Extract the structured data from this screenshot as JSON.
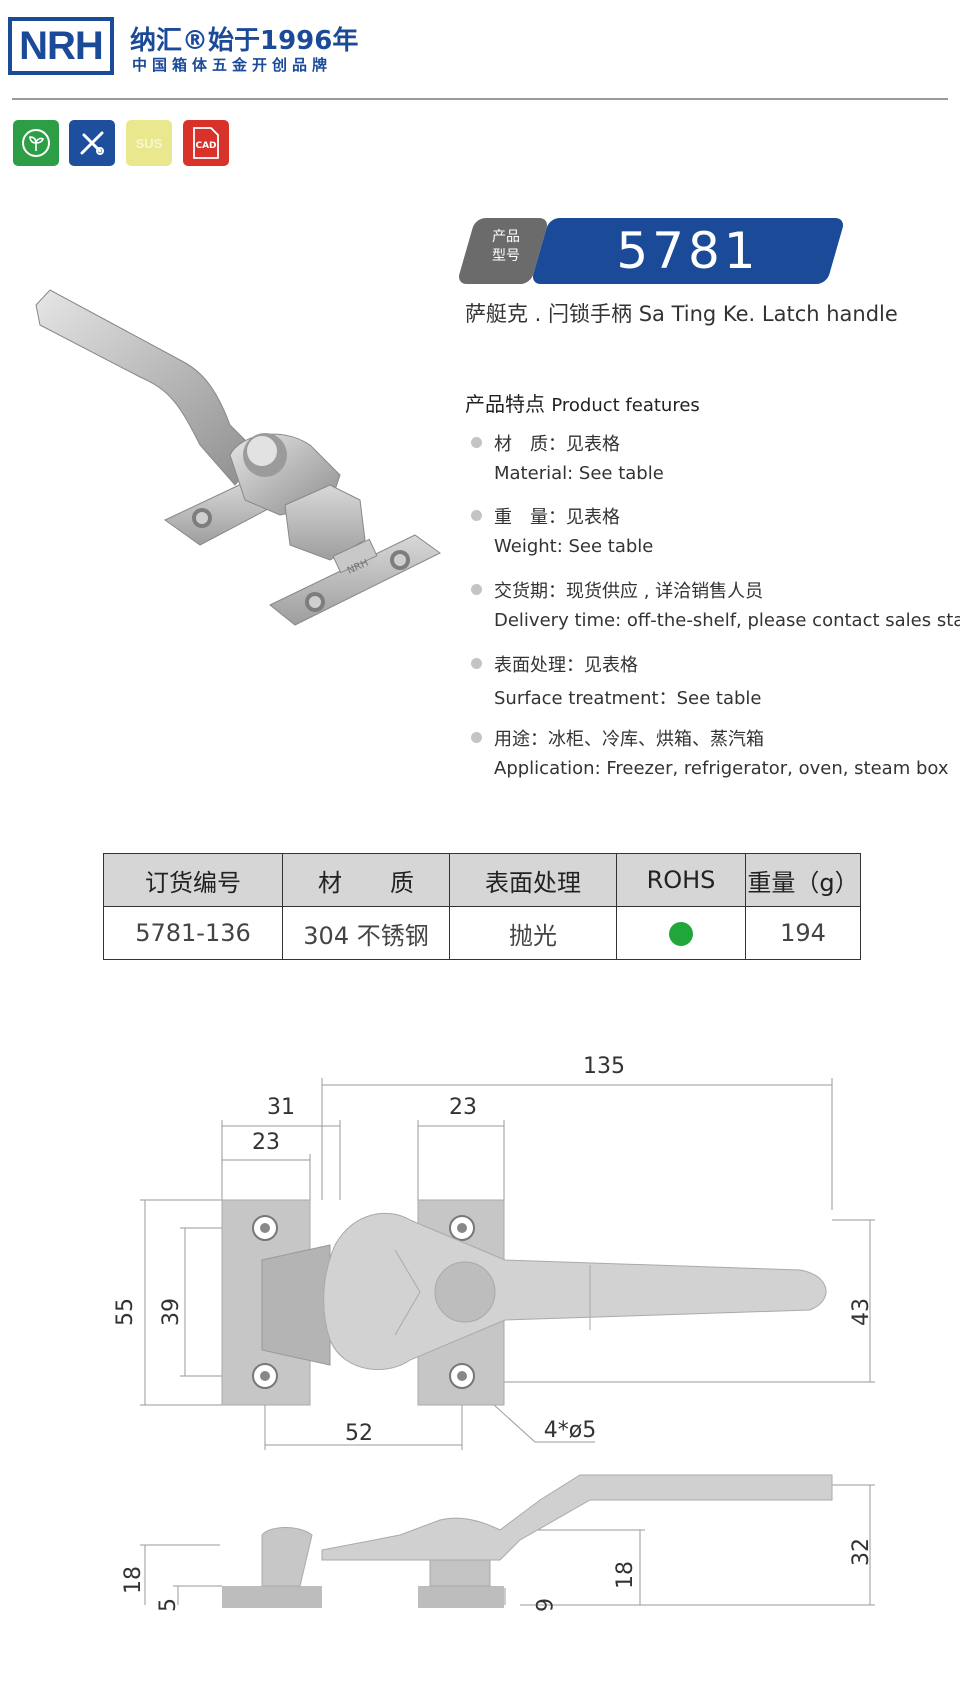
{
  "header": {
    "logo_text": "NRH",
    "brand_title": "纳汇®始于1996年",
    "brand_subtitle": "中国箱体五金开创品牌"
  },
  "badges": {
    "eco_icon": "sprout-icon",
    "tool_icon": "wrench-pencil-icon",
    "sus_label": "SUS",
    "cad_label": "CAD"
  },
  "model": {
    "tag_label": "产品\n型号",
    "number": "5781",
    "product_name": "萨艇克 . 闩锁手柄  Sa Ting Ke. Latch handle"
  },
  "features": {
    "title": "产品特点",
    "title_en": "Product features",
    "items": [
      {
        "cn": "材　质：见表格",
        "en": "Material: See table"
      },
      {
        "cn": "重　量：见表格",
        "en": " Weight: See table"
      },
      {
        "cn": "交货期：现货供应 , 详洽销售人员",
        "en": "Delivery time: off-the-shelf, please contact sales staff"
      },
      {
        "cn": "表面处理：见表格",
        "en": "Surface treatment：See table"
      },
      {
        "cn": "用途：冰柜、冷库、烘箱、蒸汽箱",
        "en": "Application: Freezer, refrigerator, oven, steam box"
      }
    ]
  },
  "spec_table": {
    "headers": [
      "订货编号",
      "材　　质",
      "表面处理",
      "ROHS",
      "重量（g）"
    ],
    "row": {
      "order_no": "5781-136",
      "material": "304 不锈钢",
      "surface": "抛光",
      "rohs_color": "#21a63a",
      "weight": "194"
    }
  },
  "drawing": {
    "dims": {
      "d135": "135",
      "d31": "31",
      "d23a": "23",
      "d23b": "23",
      "d55": "55",
      "d39": "39",
      "d43": "43",
      "d52": "52",
      "hole": "4*ø5",
      "d32": "32",
      "d18a": "18",
      "d5": "5",
      "d6": "6",
      "d18b": "18"
    },
    "stamp": "NRH"
  }
}
